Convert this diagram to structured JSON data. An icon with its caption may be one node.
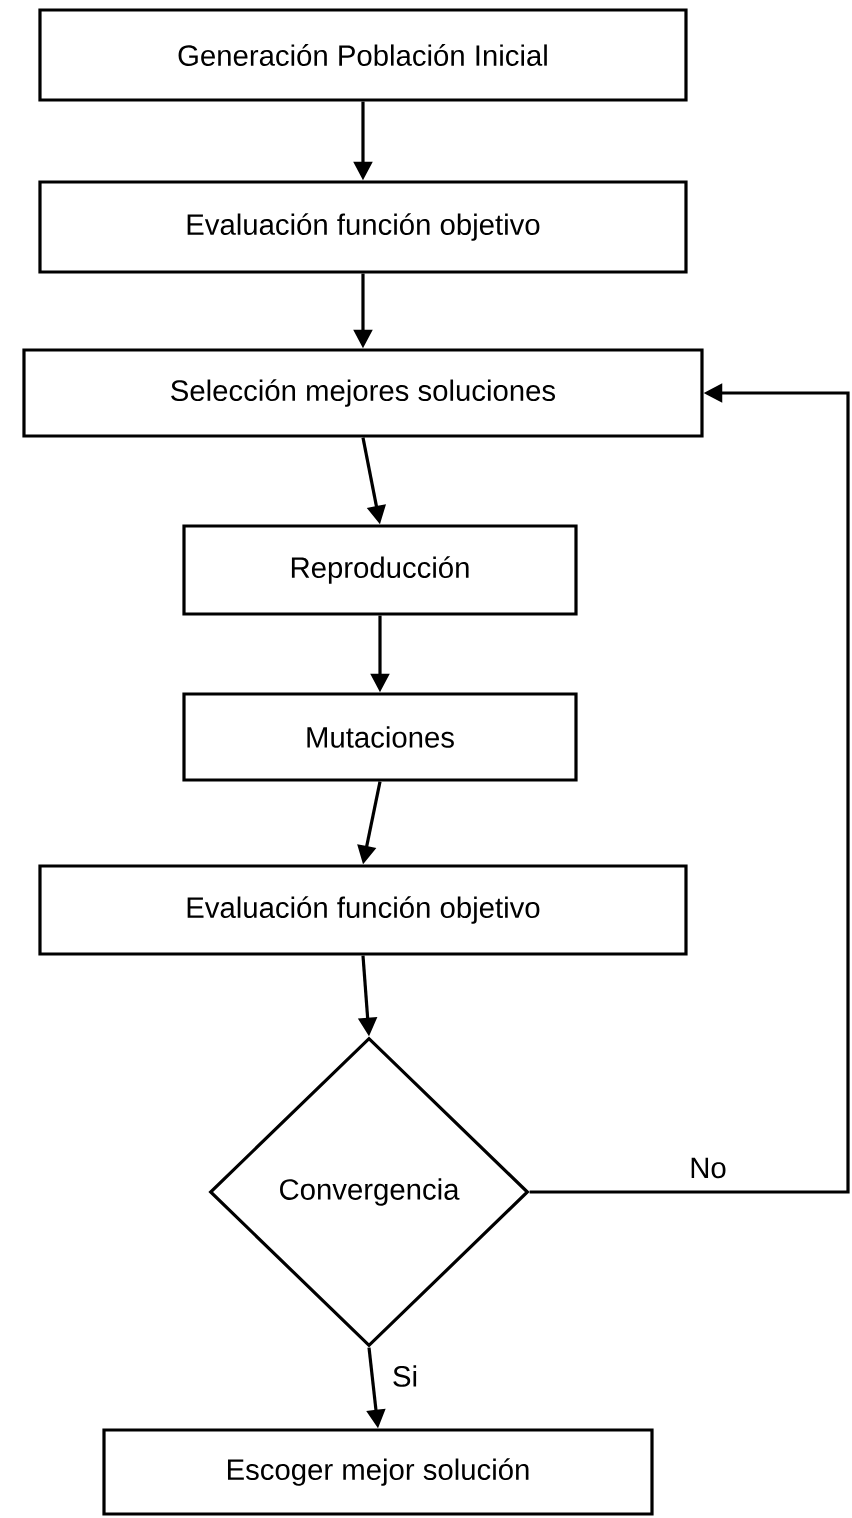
{
  "diagram": {
    "nodes": [
      {
        "text": [
          "Generación Población Inicial"
        ]
      },
      {
        "text": [
          "Evaluación función objetivo"
        ]
      },
      {
        "text": [
          "Selección mejores soluciones"
        ]
      },
      {
        "text": [
          "Reproducción"
        ]
      },
      {
        "text": [
          "Mutaciones"
        ]
      },
      {
        "text": [
          "Evaluación función objetivo"
        ]
      },
      {
        "text": [
          "Convergencia"
        ]
      },
      {
        "text": [
          "Escoger mejor solución"
        ]
      }
    ],
    "edges": [
      {
        "from": 0,
        "to": 1,
        "arrow": "to"
      },
      {
        "from": 1,
        "to": 2,
        "arrow": "to"
      },
      {
        "from": 2,
        "to": 3,
        "arrow": "to"
      },
      {
        "from": 3,
        "to": 4,
        "arrow": "to"
      },
      {
        "from": 4,
        "to": 5,
        "arrow": "to"
      },
      {
        "from": 5,
        "to": 6,
        "arrow": "to"
      },
      {
        "from": 6,
        "to": 7,
        "arrow": "to",
        "label": "Si"
      },
      {
        "from": 6,
        "to": 2,
        "arrow": "to",
        "label": "No"
      }
    ]
  }
}
